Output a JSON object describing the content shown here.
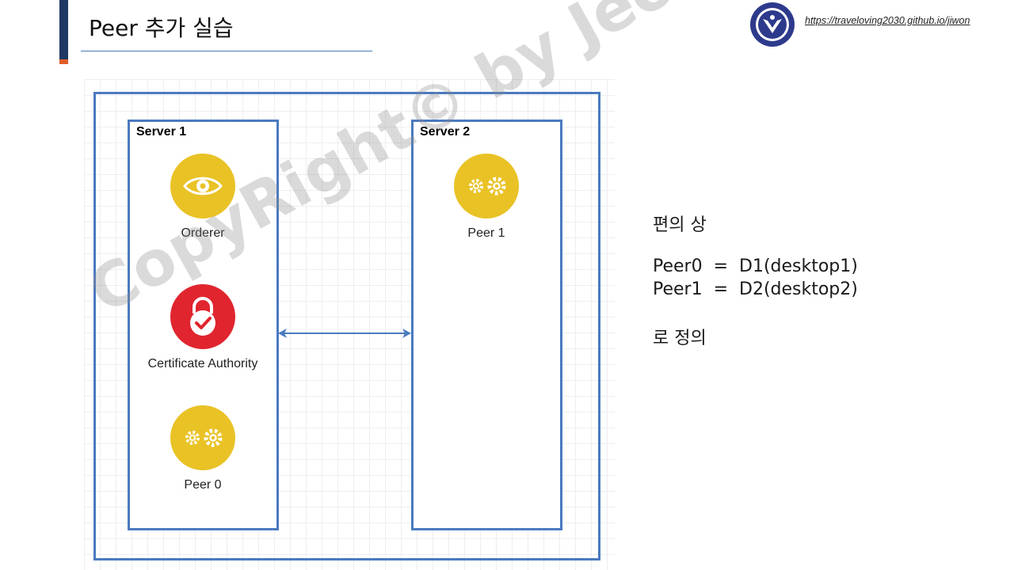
{
  "slide": {
    "title": "Peer 추가 실습",
    "url": "https://traveloving2030.github.io/jiwon"
  },
  "diagram": {
    "servers": [
      {
        "label": "Server 1",
        "nodes": [
          {
            "label": "Orderer",
            "icon": "eye-icon"
          },
          {
            "label": "Certificate Authority",
            "icon": "padlock-check-icon"
          },
          {
            "label": "Peer 0",
            "icon": "gears-icon"
          }
        ]
      },
      {
        "label": "Server 2",
        "nodes": [
          {
            "label": "Peer 1",
            "icon": "gears-icon"
          }
        ]
      }
    ],
    "connection": "bidirectional-arrow"
  },
  "notes": {
    "line1": "편의 상",
    "line2": "Peer0  =  D1(desktop1)",
    "line3": "Peer1  =  D2(desktop2)",
    "line4": "로 정의"
  },
  "watermark": "CopyRight© by Jeong JiWon",
  "colors": {
    "accent": "#1f3864",
    "frame": "#4a7abf",
    "node_yellow": "#e9c226",
    "node_red": "#e0252f"
  }
}
